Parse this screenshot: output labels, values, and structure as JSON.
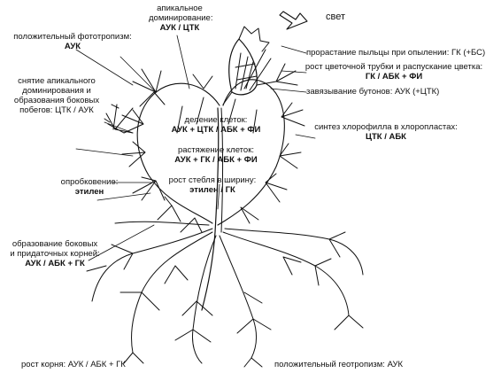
{
  "labels": {
    "light": "свет",
    "apical_dom": [
      "апикальное",
      "доминирование:",
      "АУК / ЦТК"
    ],
    "phototropism": [
      "положительный фототропизм:",
      "АУК"
    ],
    "pollen": "прорастание пыльцы  при опылении: ГК (+БС)",
    "tube": [
      "рост цветочной трубки и распускание цветка:",
      "ГК / АБК + ФИ"
    ],
    "buds": "завязывание бутонов: АУК (+ЦТК)",
    "remove_apical": [
      "снятие апикального",
      "доминирования и",
      "образования боковых",
      "побегов: ЦТК / АУК"
    ],
    "division": [
      "деление клеток:",
      "АУК + ЦТК / АБК + ФИ"
    ],
    "elongation": [
      "растяжение клеток:",
      "АУК + ГК / АБК + ФИ"
    ],
    "chlorophyll": [
      "синтез хлорофилла в хлоропластах:",
      "ЦТК / АБК"
    ],
    "corking": [
      "опробковение:",
      "этилен"
    ],
    "stem_width": [
      "рост стебля в ширину:",
      "этилен / ГК"
    ],
    "lateral_roots": [
      "образование боковых",
      "и придаточных корней:",
      "АУК / АБК + ГК"
    ],
    "root_growth": "рост корня: АУК / АБК + ГК",
    "geotropism": "положительный геотропизм: АУК"
  },
  "colors": {
    "ink": "#111111",
    "background": "#ffffff"
  }
}
